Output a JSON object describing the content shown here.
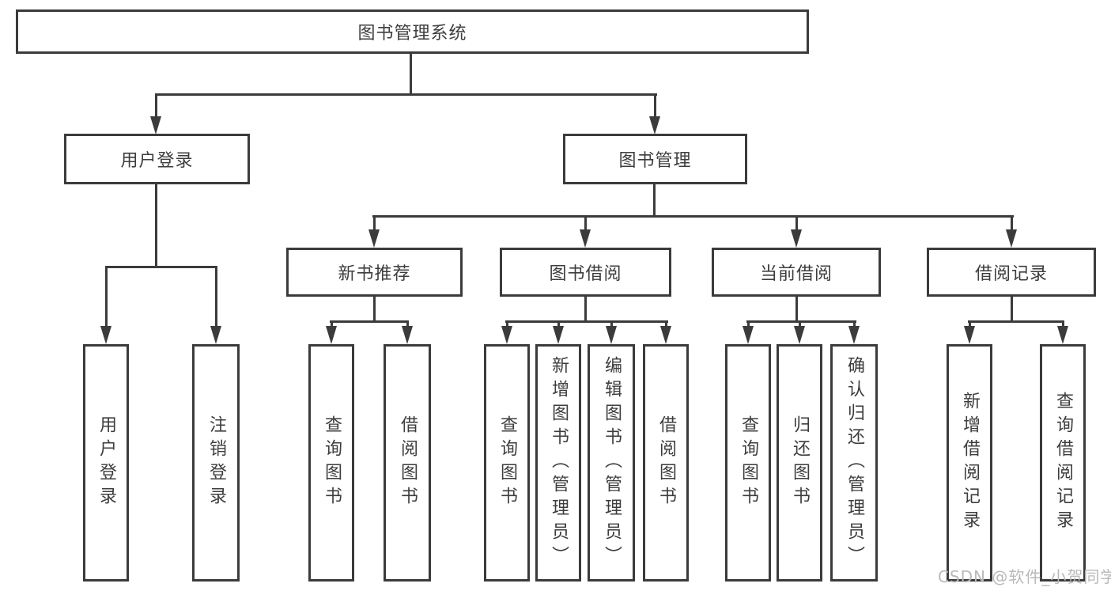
{
  "watermark": "CSDN @软件_小贺同学",
  "colors": {
    "line": "#3b3b3b",
    "node_border": "#3b3b3b",
    "text": "#3d3d3d",
    "watermark": "#b9b9b9",
    "background": "#ffffff"
  },
  "tree": {
    "root": {
      "label": "图书管理系统"
    },
    "branches": [
      {
        "label": "用户登录",
        "children": [
          {
            "label": "用户登录"
          },
          {
            "label": "注销登录"
          }
        ]
      },
      {
        "label": "图书管理",
        "children": [
          {
            "label": "新书推荐",
            "children": [
              {
                "label": "查询图书"
              },
              {
                "label": "借阅图书"
              }
            ]
          },
          {
            "label": "图书借阅",
            "children": [
              {
                "label": "查询图书"
              },
              {
                "label": "新增图书（管理员）"
              },
              {
                "label": "编辑图书（管理员）"
              },
              {
                "label": "借阅图书"
              }
            ]
          },
          {
            "label": "当前借阅",
            "children": [
              {
                "label": "查询图书"
              },
              {
                "label": "归还图书"
              },
              {
                "label": "确认归还（管理员）"
              }
            ]
          },
          {
            "label": "借阅记录",
            "children": [
              {
                "label": "新增借阅记录"
              },
              {
                "label": "查询借阅记录"
              }
            ]
          }
        ]
      }
    ]
  }
}
